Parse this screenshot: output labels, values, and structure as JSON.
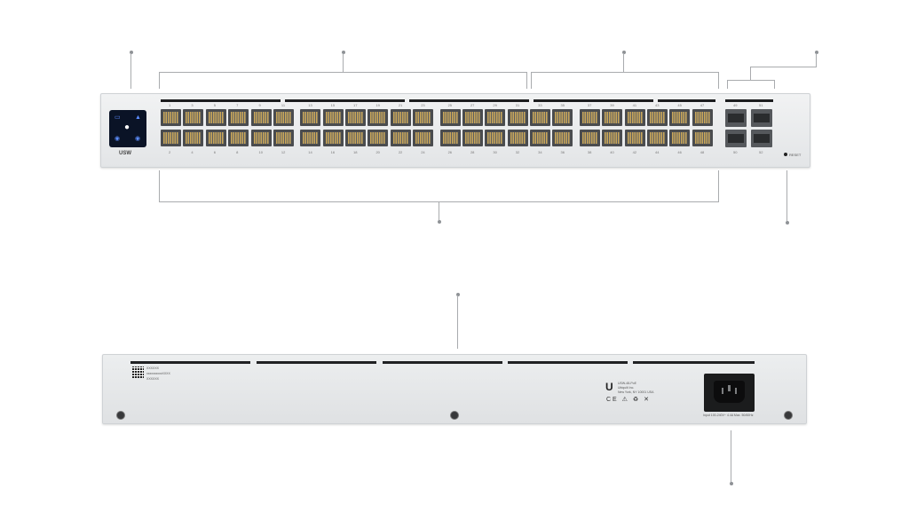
{
  "front_panel": {
    "model_logo": "USW",
    "reset_label": "RESET",
    "top_port_labels": [
      "1",
      "3",
      "5",
      "7",
      "9",
      "11",
      "13",
      "15",
      "17",
      "19",
      "21",
      "23",
      "25",
      "27",
      "29",
      "31",
      "33",
      "35",
      "37",
      "39",
      "41",
      "43",
      "45",
      "47"
    ],
    "bottom_port_labels": [
      "2",
      "4",
      "6",
      "8",
      "10",
      "12",
      "14",
      "16",
      "18",
      "20",
      "22",
      "24",
      "26",
      "28",
      "30",
      "32",
      "34",
      "36",
      "38",
      "40",
      "42",
      "44",
      "46",
      "48"
    ],
    "sfp_top_labels": [
      "49",
      "51"
    ],
    "sfp_bottom_labels": [
      "50",
      "52"
    ]
  },
  "rear_panel": {
    "label_lines": [
      "XXXXXX",
      "xxxxxxxxxxXXXX",
      "XXXXXX"
    ],
    "vendor_lines": [
      "USW-48-PoE",
      "Ubiquiti Inc.",
      "New York, NY 10001 USA"
    ],
    "power_text": "Input 100-240V~ 4.4A Max. 50/60Hz",
    "cert_marks": "CE ⚠ ♻ ✕"
  },
  "icons": {
    "lcm": [
      "display-icon",
      "user-icon",
      "network-icon",
      "settings-icon",
      "power-icon"
    ]
  }
}
